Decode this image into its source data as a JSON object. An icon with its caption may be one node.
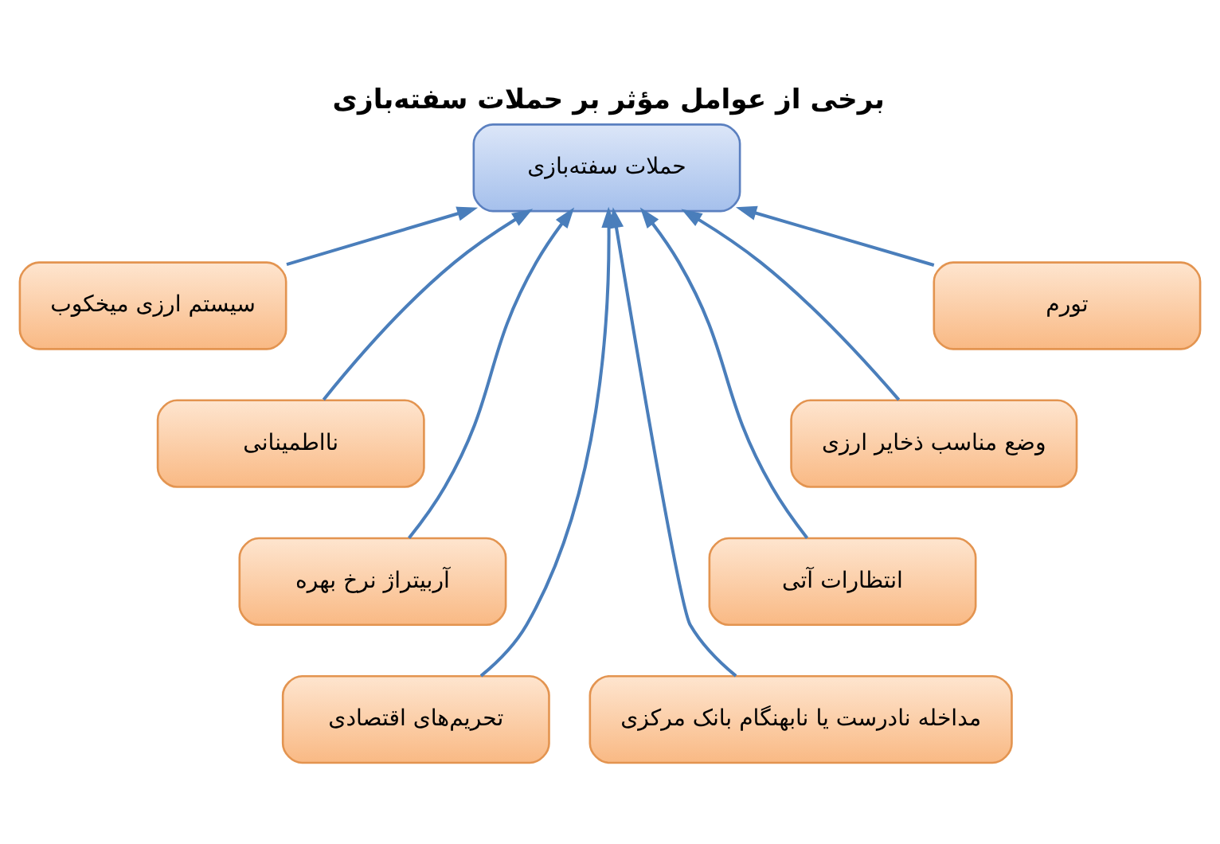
{
  "diagram": {
    "title": "برخی از عوامل مؤثر بر حملات سفته‌بازی",
    "nodes": [
      {
        "text": [
          "حملات سفته‌بازی"
        ]
      },
      {
        "text": [
          "تورم"
        ]
      },
      {
        "text": [
          "سیستم ارزی میخکوب"
        ]
      },
      {
        "text": [
          "وضع مناسب ذخایر ارزی"
        ]
      },
      {
        "text": [
          "نااطمینانی"
        ]
      },
      {
        "text": [
          "انتظارات آتی"
        ]
      },
      {
        "text": [
          "آربیتراژ نرخ بهره"
        ]
      },
      {
        "text": [
          "مداخله نادرست یا نابهنگام بانک مرکزی"
        ]
      },
      {
        "text": [
          "تحریم‌های اقتصادی"
        ]
      }
    ],
    "edges": [
      {
        "from": 2,
        "to": 0,
        "arrow": "to"
      },
      {
        "from": 4,
        "to": 0,
        "arrow": "to"
      },
      {
        "from": 6,
        "to": 0,
        "arrow": "to"
      },
      {
        "from": 8,
        "to": 0,
        "arrow": "to"
      },
      {
        "from": 7,
        "to": 0,
        "arrow": "to"
      },
      {
        "from": 5,
        "to": 0,
        "arrow": "to"
      },
      {
        "from": 3,
        "to": 0,
        "arrow": "to"
      },
      {
        "from": 1,
        "to": 0,
        "arrow": "to"
      }
    ]
  }
}
